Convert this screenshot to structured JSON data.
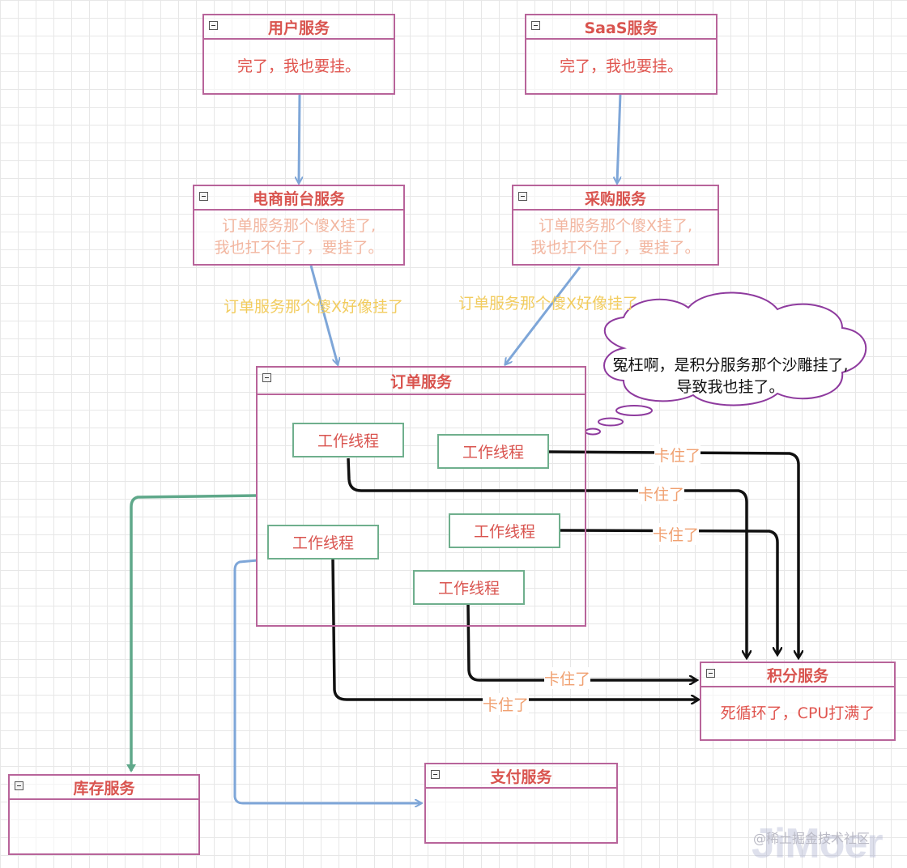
{
  "services": {
    "user": {
      "title": "用户服务",
      "message": "完了，我也要挂。"
    },
    "saas": {
      "title": "SaaS服务",
      "message": "完了，我也要挂。"
    },
    "frontend": {
      "title": "电商前台服务",
      "message_line1": "订单服务那个傻X挂了,",
      "message_line2": "我也扛不住了，要挂了。"
    },
    "purchase": {
      "title": "采购服务",
      "message_line1": "订单服务那个傻X挂了,",
      "message_line2": "我也扛不住了，要挂了。"
    },
    "order": {
      "title": "订单服务"
    },
    "points": {
      "title": "积分服务",
      "message": "死循环了，CPU打满了"
    },
    "inventory": {
      "title": "库存服务"
    },
    "payment": {
      "title": "支付服务"
    }
  },
  "threads": [
    "工作线程",
    "工作线程",
    "工作线程",
    "工作线程",
    "工作线程"
  ],
  "edge_labels": {
    "frontend_to_order": "订单服务那个傻X好像挂了",
    "purchase_to_order": "订单服务那个傻X好像挂了",
    "stuck_1": "卡住了",
    "stuck_2": "卡住了",
    "stuck_3": "卡住了",
    "stuck_4": "卡住了",
    "stuck_5": "卡住了"
  },
  "thought_bubble": {
    "line1": "冤枉啊，是积分服务那个沙雕挂了,",
    "line2": "导致我也挂了。"
  },
  "watermark": {
    "text": "@稀土掘金技术社区",
    "logo": "JiMoer"
  },
  "colors": {
    "box_border": "#b8649a",
    "title_red": "#d9544f",
    "thread_border": "#6faf8d",
    "arrow_blue": "#7ea6d8",
    "arrow_green": "#5fa88a",
    "arrow_black": "#111111",
    "label_yellow": "#f2cc5e",
    "label_orange": "#f0a070",
    "cloud_stroke": "#8e3a9e"
  }
}
